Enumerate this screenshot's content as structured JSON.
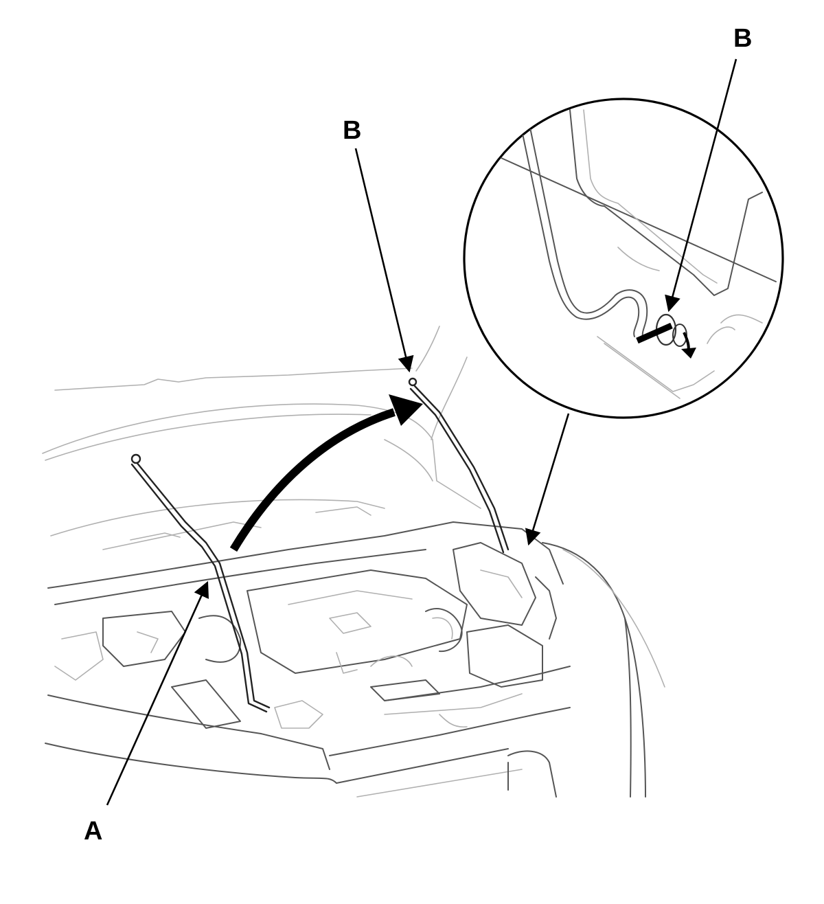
{
  "callouts": {
    "support_rod": "A",
    "rod_clip_main": "B",
    "rod_clip_detail": "B"
  },
  "colors": {
    "line_art": "#555555",
    "light_line": "#b0b0b0",
    "label": "#000000",
    "background": "#ffffff"
  }
}
